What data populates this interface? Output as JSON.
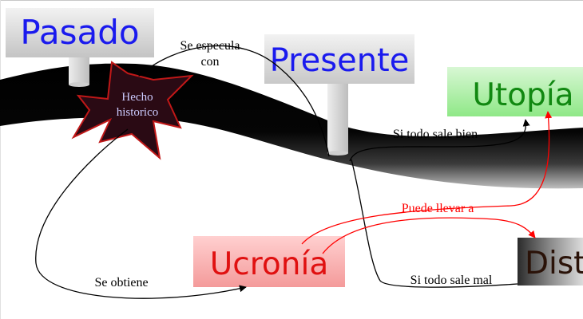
{
  "labels": {
    "pasado": "Pasado",
    "presente": "Presente",
    "utopia": "Utopía",
    "ucronia": "Ucronía",
    "distopia": "Distopía",
    "hecho_line1": "Hecho",
    "hecho_line2": "historico"
  },
  "edges": {
    "especula_line1": "Se especula",
    "especula_line2": "con",
    "obtiene": "Se obtiene",
    "bien": "Si todo sale bien",
    "mal": "Si todo sale mal",
    "puede": "Puede llevar a"
  },
  "colors": {
    "pasado_text": "#1a1aee",
    "presente_text": "#1a1aee",
    "utopia_text": "#118811",
    "ucronia_text": "#e01010",
    "distopia_text": "#2a1208",
    "hecho_text": "#ccccff",
    "red_arrow": "#ff0000"
  }
}
